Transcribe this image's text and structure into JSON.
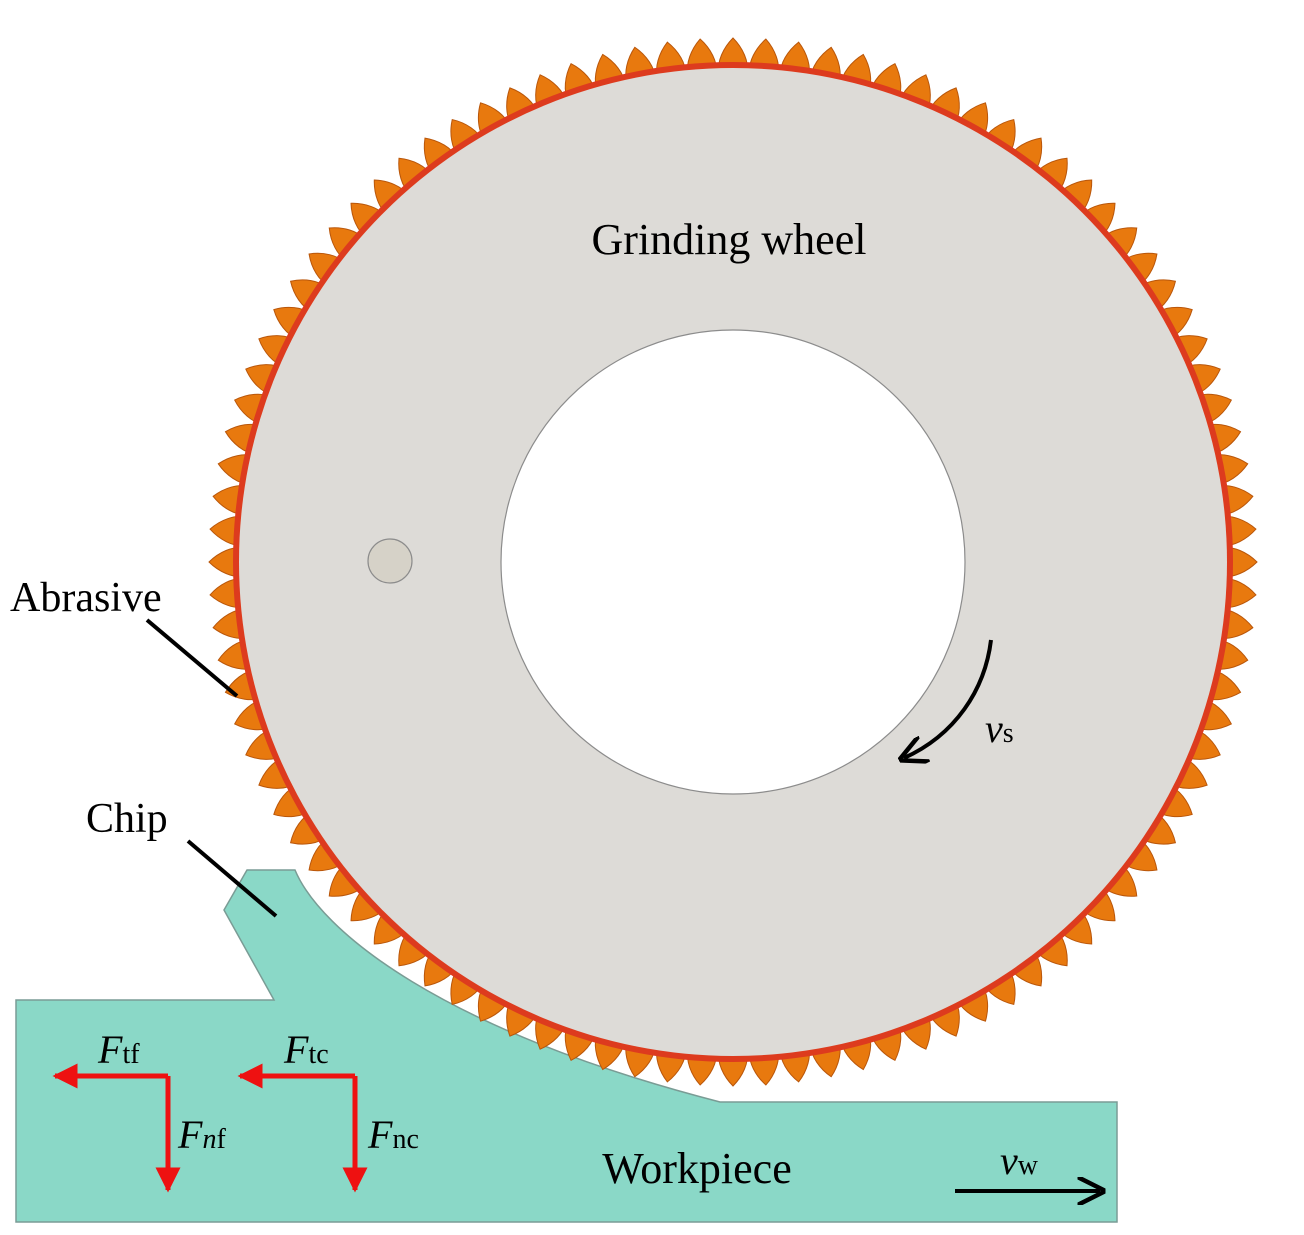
{
  "labels": {
    "wheel": "Grinding wheel",
    "abrasive": "Abrasive",
    "chip": "Chip",
    "workpiece": "Workpiece"
  },
  "speeds": {
    "wheel": {
      "symbol": "v",
      "sub": "s"
    },
    "workpiece": {
      "symbol": "v",
      "sub": "w"
    }
  },
  "forces": [
    {
      "id": "ftf",
      "symbol": "F",
      "sub": "tf"
    },
    {
      "id": "fnf",
      "symbol": "F",
      "sub_italic": "n",
      "sub": "f"
    },
    {
      "id": "ftc",
      "symbol": "F",
      "sub": "tc"
    },
    {
      "id": "fnc",
      "symbol": "F",
      "sub": "nc"
    }
  ],
  "colors": {
    "wheel": "#dddbd7",
    "bond": "#dd3b1e",
    "grain": "#e8790e",
    "workpiece": "#8ad8c7",
    "force_arrow": "#ee1111",
    "speed_arrow": "#000000"
  },
  "grain_count": 100,
  "icons": {
    "hole": "center-bore",
    "pin": "pin-hole",
    "rotation": "curved-arrow-icon",
    "feed": "right-arrow-icon"
  }
}
